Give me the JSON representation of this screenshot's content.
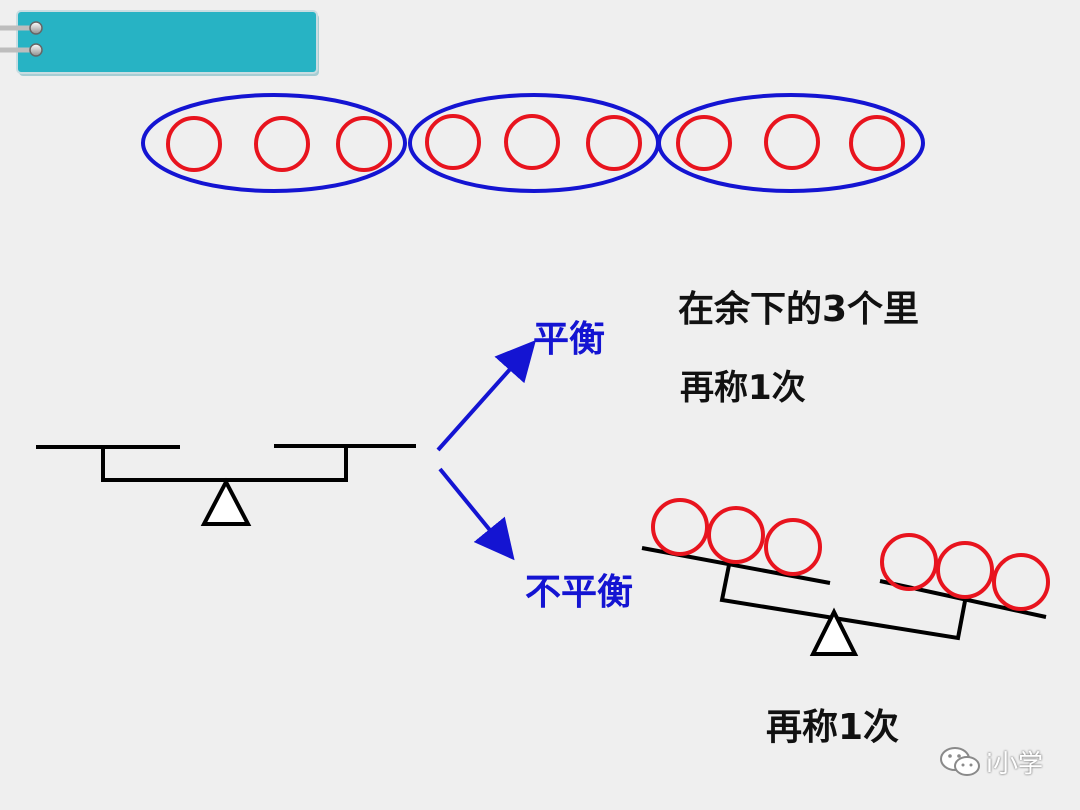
{
  "labels": {
    "balanced": "平衡",
    "remaining_three": "在余下的3个里",
    "weigh_once_top": "再称1次",
    "unbalanced": "不平衡",
    "weigh_once_bottom": "再称1次"
  },
  "watermark": {
    "text": "i小学",
    "icon": "wechat-icon"
  },
  "groups": [
    {
      "name": "group-1",
      "balls": 3
    },
    {
      "name": "group-2",
      "balls": 3
    },
    {
      "name": "group-3",
      "balls": 3
    }
  ],
  "colors": {
    "background": "#efefef",
    "header_bar": "#27b3c4",
    "ball": "#e8141e",
    "group_outline": "#1414d2",
    "arrow": "#1414d2",
    "label_blue": "#1414d2",
    "scale": "#000000"
  }
}
